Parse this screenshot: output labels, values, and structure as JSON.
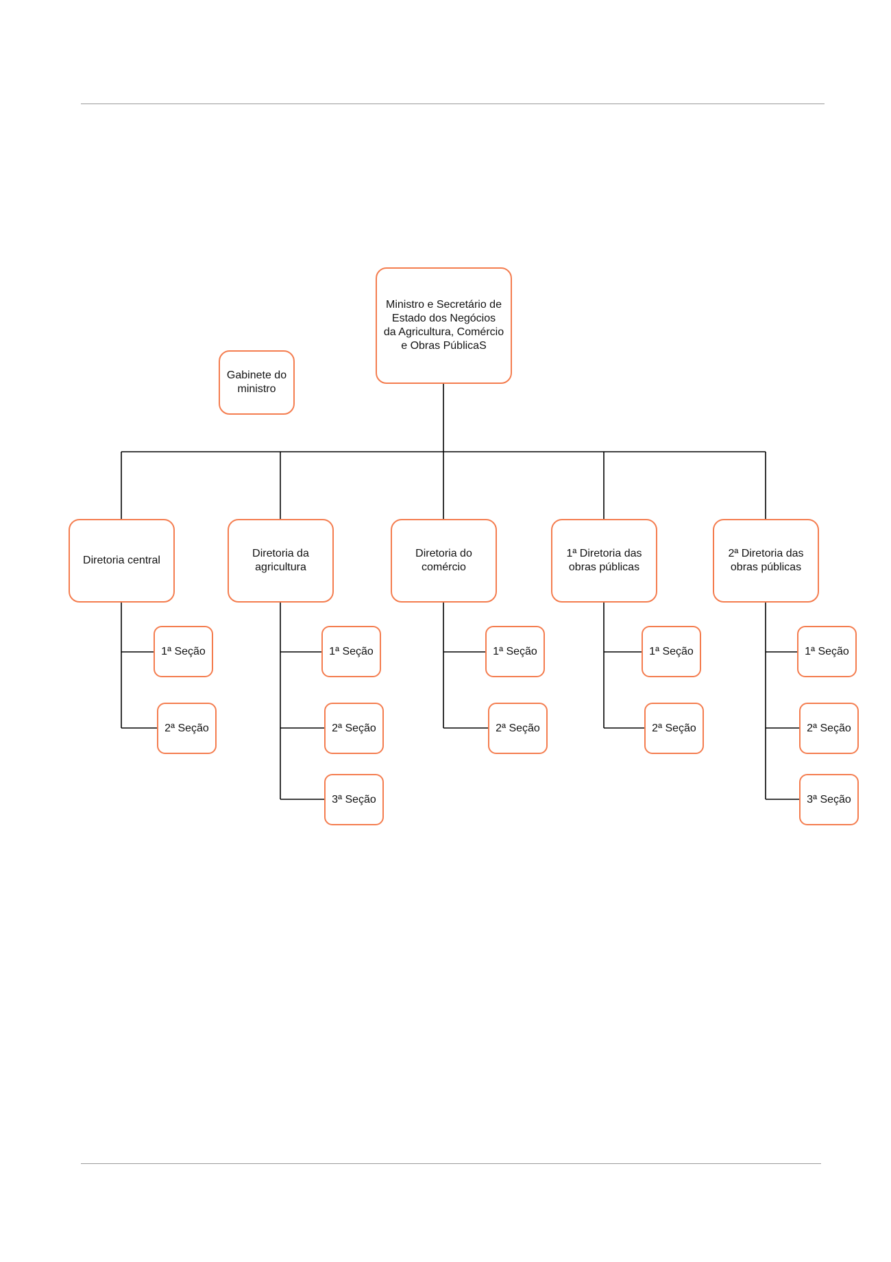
{
  "colors": {
    "box_border": "#f47c4e",
    "connector": "#000000",
    "rule": "#9a9a9a"
  },
  "diagram": {
    "top": "Ministro e Secretário de\nEstado dos Negócios\nda Agricultura, Comércio\ne Obras PúblicaS",
    "cabinet": "Gabinete do\nministro",
    "directorates": [
      {
        "label": "Diretoria central",
        "sections": [
          "1ª Seção",
          "2ª Seção"
        ]
      },
      {
        "label": "Diretoria da\nagricultura",
        "sections": [
          "1ª Seção",
          "2ª Seção",
          "3ª Seção"
        ]
      },
      {
        "label": "Diretoria do\ncomércio",
        "sections": [
          "1ª Seção",
          "2ª Seção"
        ]
      },
      {
        "label": "1ª Diretoria das\nobras públicas",
        "sections": [
          "1ª Seção",
          "2ª Seção"
        ]
      },
      {
        "label": "2ª Diretoria das\nobras públicas",
        "sections": [
          "1ª Seção",
          "2ª Seção",
          "3ª Seção"
        ]
      }
    ]
  }
}
